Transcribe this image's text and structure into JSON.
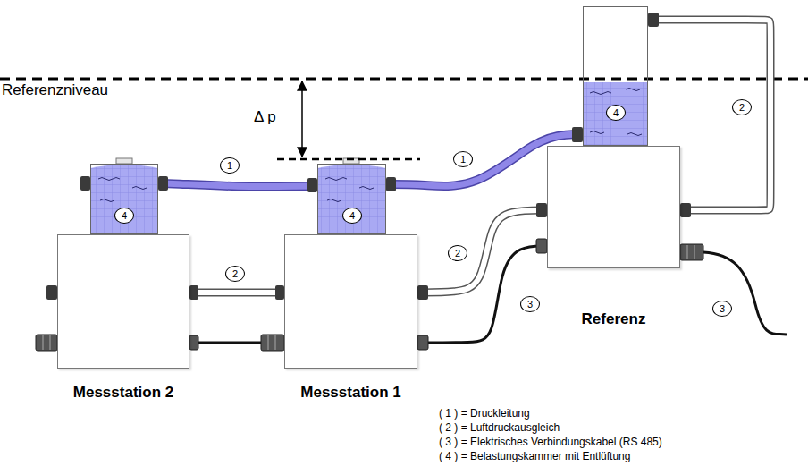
{
  "diagram": {
    "nodes": [
      {
        "text": [
          "Messstation 2"
        ]
      },
      {
        "text": [
          "4"
        ]
      },
      {
        "text": [
          "Messstation 1"
        ]
      },
      {
        "text": [
          "4"
        ]
      },
      {
        "text": [
          "Referenz"
        ]
      },
      {
        "text": [
          "4"
        ]
      }
    ],
    "edges": [
      {
        "from": 1,
        "to": 3,
        "arrow": "none",
        "label": "1"
      },
      {
        "from": 3,
        "to": 5,
        "arrow": "none",
        "label": "1"
      },
      {
        "from": 0,
        "to": 2,
        "arrow": "none",
        "label": "2"
      },
      {
        "from": 0,
        "to": 2,
        "arrow": "none"
      },
      {
        "from": 2,
        "to": 4,
        "arrow": "none",
        "label": "2"
      },
      {
        "from": 2,
        "to": 4,
        "arrow": "none",
        "label": "3"
      },
      {
        "from": 5,
        "to": 4,
        "arrow": "none",
        "label": "2"
      }
    ],
    "labels": [
      "Referenzniveau",
      "Δ p",
      "3"
    ],
    "legend": [
      {
        "text": "( 1 ) = Druckleitung"
      },
      {
        "text": "( 2 ) = Luftdruckausgleich"
      },
      {
        "text": "( 3 ) = Elektrisches Verbindungskabel (RS 485)"
      },
      {
        "text": "( 4 ) = Belastungskammer mit Entlüftung"
      }
    ]
  }
}
